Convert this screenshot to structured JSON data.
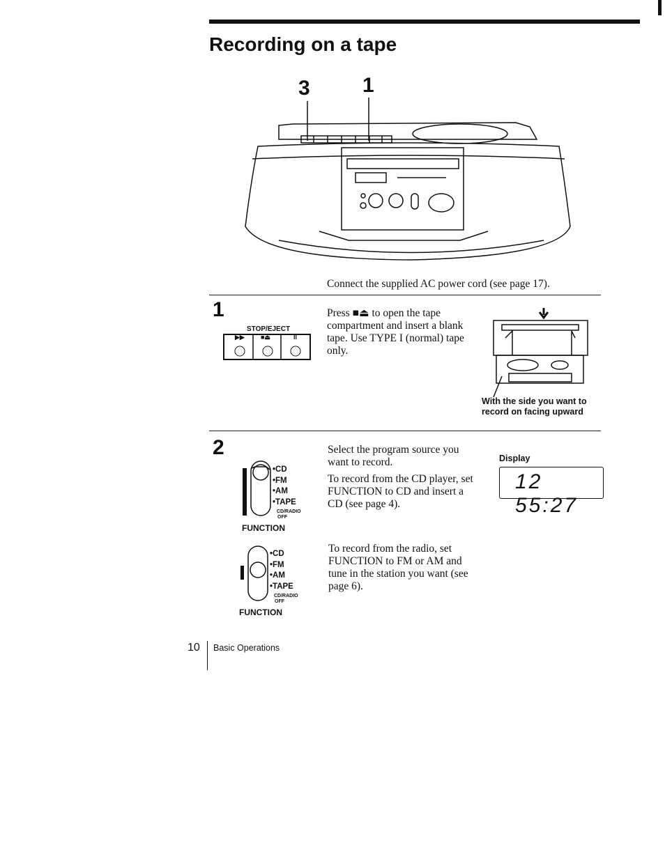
{
  "page": {
    "title": "Recording on a tape",
    "intro": "Connect the supplied AC power cord (see page 17).",
    "callouts": [
      "3",
      "1"
    ]
  },
  "step1": {
    "number": "1",
    "button_label": "STOP/EJECT",
    "button_symbols": [
      "▶▶",
      "■⏏",
      "II"
    ],
    "text": [
      "Press ■⏏ to open the tape",
      "compartment and insert a blank",
      "tape.  Use TYPE I (normal) tape",
      "only."
    ],
    "caption": [
      "With the side you want to",
      "record on facing upward"
    ]
  },
  "step2": {
    "number": "2",
    "function_options": [
      "•CD",
      "•FM",
      "•AM",
      "•TAPE"
    ],
    "function_sub": [
      "CD/RADIO",
      "OFF"
    ],
    "function_label": "FUNCTION",
    "text_a": [
      "Select the program source you",
      "want to record."
    ],
    "text_b": [
      "To record from the CD player, set",
      "FUNCTION to CD and insert a",
      "CD (see page 4)."
    ],
    "text_c": [
      "To record from the radio, set",
      "FUNCTION to FM or AM and",
      "tune in the station you want (see",
      "page 6)."
    ],
    "display_label": "Display",
    "display_value": "12 55:27"
  },
  "footer": {
    "page_number": "10",
    "section": "Basic Operations"
  }
}
